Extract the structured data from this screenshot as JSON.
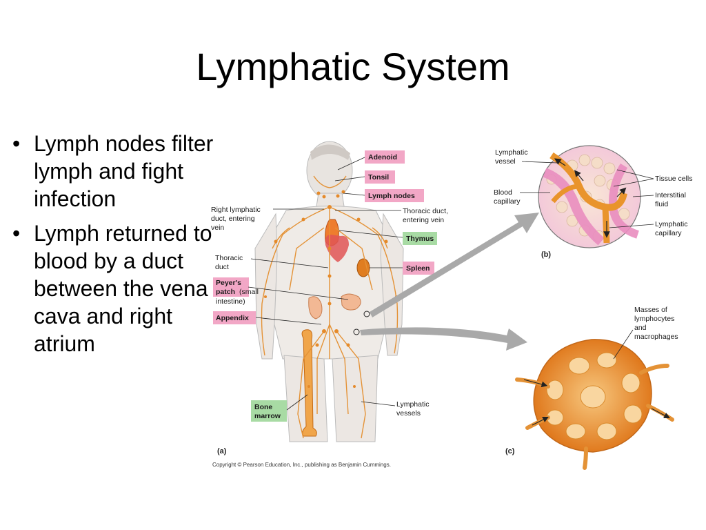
{
  "title": "Lymphatic System",
  "bullets": [
    "Lymph nodes filter lymph and fight infection",
    "Lymph returned to blood by a duct between the vena cava and right atrium"
  ],
  "bullet_glyph": "•",
  "figure": {
    "labels_a": {
      "adenoid": "Adenoid",
      "tonsil": "Tonsil",
      "lymph_nodes": "Lymph nodes",
      "right_lymphatic_duct": [
        "Right lymphatic",
        "duct, entering",
        "vein"
      ],
      "thoracic_duct_vein": [
        "Thoracic duct,",
        "entering vein"
      ],
      "thymus": "Thymus",
      "thoracic_duct": [
        "Thoracic",
        "duct"
      ],
      "spleen": "Spleen",
      "peyers_patch": [
        "Peyer's",
        "patch"
      ],
      "peyers_patch_note": [
        "(small",
        "intestine)"
      ],
      "appendix": "Appendix",
      "bone_marrow": [
        "Bone",
        "marrow"
      ],
      "lymphatic_vessels": [
        "Lymphatic",
        "vessels"
      ]
    },
    "labels_b": {
      "lymphatic_vessel": [
        "Lymphatic",
        "vessel"
      ],
      "blood_capillary": [
        "Blood",
        "capillary"
      ],
      "tissue_cells": "Tissue cells",
      "interstitial_fluid": [
        "Interstitial",
        "fluid"
      ],
      "lymphatic_capillary": [
        "Lymphatic",
        "capillary"
      ]
    },
    "labels_c": {
      "masses": [
        "Masses of",
        "lymphocytes",
        "and",
        "macrophages"
      ]
    },
    "panel_a": "(a)",
    "panel_b": "(b)",
    "panel_c": "(c)",
    "copyright": "Copyright © Pearson Education, Inc., publishing as Benjamin Cummings.",
    "colors": {
      "pink_label": "#f2a7c6",
      "green_label": "#a8dba4",
      "lymph_orange": "#e8912b",
      "skin": "#f3eee9",
      "pink_tissue": "#e98dbf"
    }
  }
}
